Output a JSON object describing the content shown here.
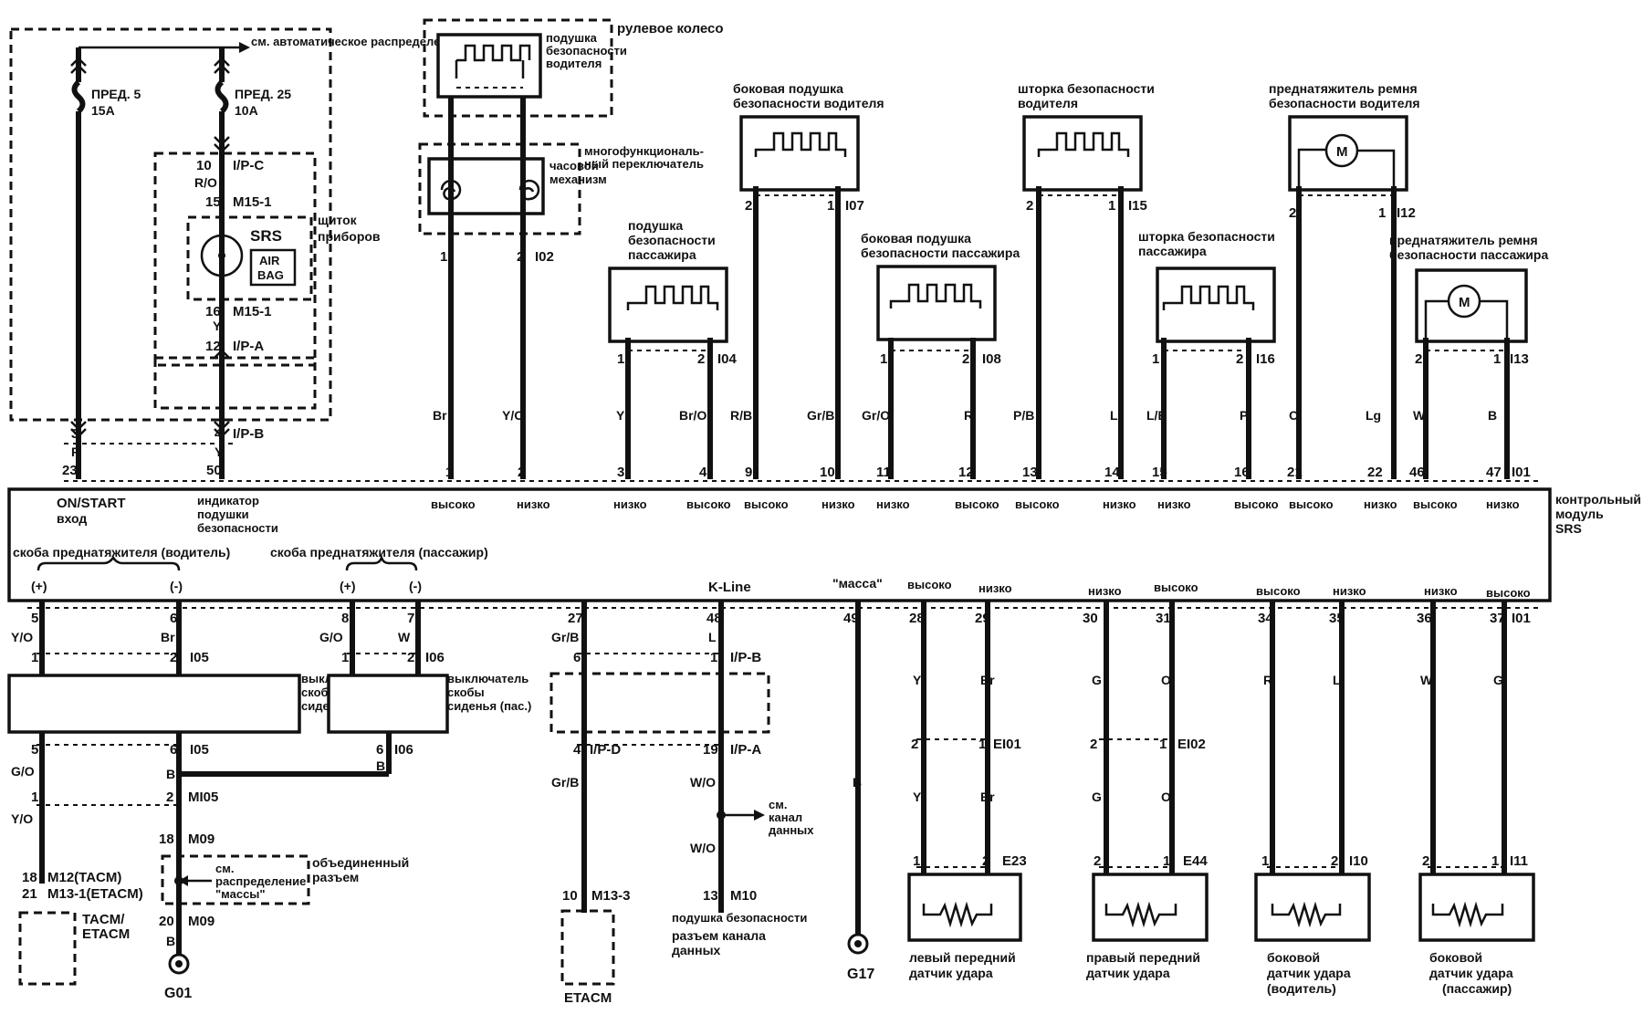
{
  "fuses": {
    "auto_dist": "см. автоматическое распределение",
    "fuse5_name": "ПРЕД. 5",
    "fuse5_rating": "15A",
    "fuse25_name": "ПРЕД. 25",
    "fuse25_rating": "10A"
  },
  "cluster": {
    "label": "щиток приборов",
    "srs": "SRS",
    "airbag": "AIR BAG"
  },
  "connectors": {
    "ipc": "I/P-C",
    "m15": "M15-1",
    "ipa": "I/P-A",
    "ipb": "I/P-B",
    "ipd": "I/P-D",
    "i02": "I02",
    "i04": "I04",
    "i07": "I07",
    "i08": "I08",
    "i15": "I15",
    "i16": "I16",
    "i12": "I12",
    "i13": "I13",
    "i01": "I01",
    "i05": "I05",
    "i06": "I06",
    "mi05": "MI05",
    "m09": "M09",
    "m12": "M12(TACM)",
    "m13_1": "M13-1(ETACM)",
    "m13_3": "M13-3",
    "m10": "M10",
    "ei01": "EI01",
    "ei02": "EI02",
    "e23": "E23",
    "e44": "E44",
    "i10": "I10",
    "i11": "I11"
  },
  "components": {
    "steering": "рулевое колесо",
    "driver_airbag": "подушка безопасности водителя",
    "multifunc": "многофункциональный переключатель",
    "clock_spring": "часовой механизм",
    "pass_airbag": "подушка безопасности пассажира",
    "side_driver": "боковая подушка безопасности водителя",
    "side_pass": "боковая подушка безопасности пассажира",
    "curtain_driver": "шторка безопасности водителя",
    "curtain_pass": "шторка безопасности пассажира",
    "pret_driver": "преднатяжитель ремня безопасности водителя",
    "pret_pass": "преднатяжитель ремня безопасности пассажира",
    "motor": "M"
  },
  "module": {
    "name": "контрольный модуль SRS",
    "on_start": "ON/START",
    "input": "вход",
    "indicator": "индикатор подушки безопасности",
    "high": "высоко",
    "low": "низко",
    "buckle_drv": "скоба преднатяжителя (водитель)",
    "buckle_pas": "скоба преднатяжителя (пассажир)",
    "plus": "(+)",
    "minus": "(-)",
    "kline": "K-Line",
    "ground": "\"масса\""
  },
  "lower": {
    "seat_sw_drv": "выключатель скобы сиденья (вод.)",
    "seat_sw_pas": "выключатель скобы сиденья (пас.)",
    "joint": "объединенный разъем",
    "ground_dist": "см. распределение \"массы\"",
    "tacm": "TACM/ ETACM",
    "etacm": "ETACM",
    "data_ch": "см. канал данных",
    "dlc": "подушка безопасности разъем канала данных",
    "g01": "G01",
    "g17": "G17"
  },
  "sensors": {
    "left_front": "левый передний датчик удара",
    "right_front": "правый передний датчик удара",
    "side_drv": "боковой датчик удара (водитель)",
    "side_pas": "боковой датчик удара (пассажир)"
  }
}
